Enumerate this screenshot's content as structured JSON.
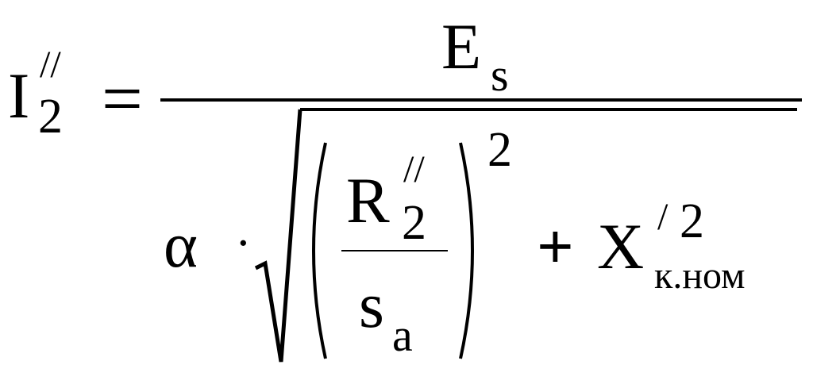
{
  "formula": {
    "lhs": {
      "base": "I",
      "sub": "2",
      "prime": "//"
    },
    "equals": "=",
    "numerator": {
      "base": "E",
      "sub": "s"
    },
    "denominator": {
      "alpha": "α",
      "dot": "·",
      "inner_fraction": {
        "numerator": {
          "base": "R",
          "sub": "2",
          "prime": "//"
        },
        "denominator": {
          "base": "s",
          "sub": "a"
        }
      },
      "paren_exponent": "2",
      "plus": "+",
      "term": {
        "base": "X",
        "sub": "к.ном",
        "prime": "/",
        "exponent": "2"
      }
    }
  }
}
